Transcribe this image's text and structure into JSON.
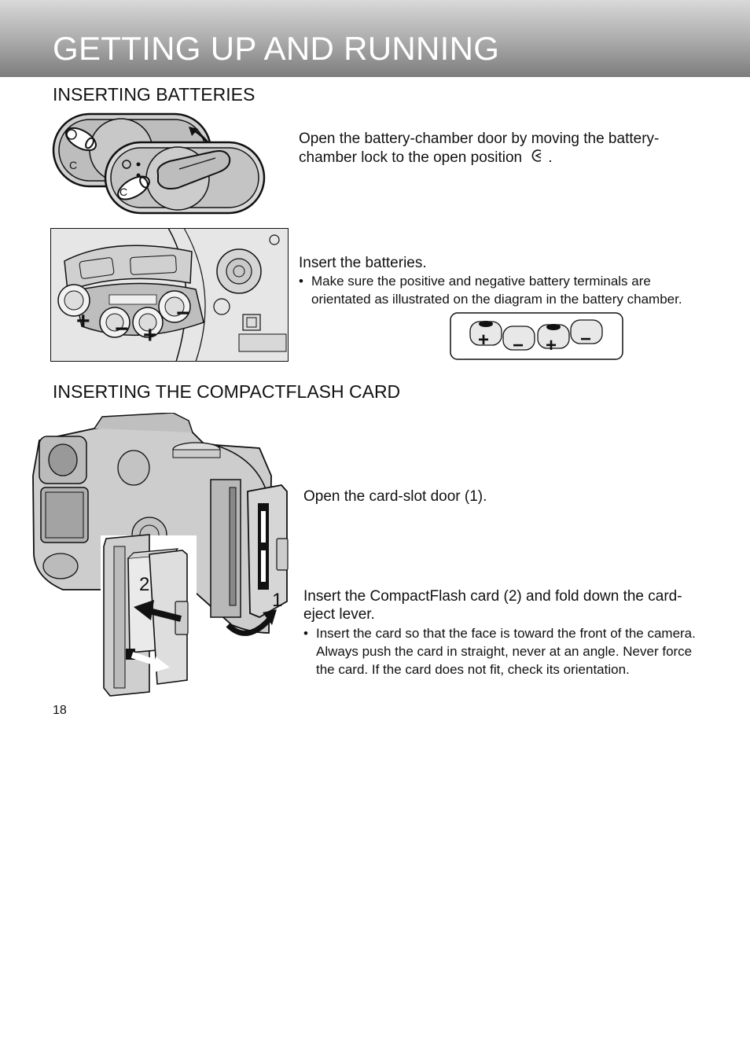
{
  "header": {
    "title": "GETTING UP AND RUNNING"
  },
  "batteries": {
    "heading": "INSERTING BATTERIES",
    "step1_text": "Open the battery-chamber door by moving the battery-chamber lock to the open position",
    "step1_end": ".",
    "step2_text": "Insert the batteries.",
    "step2_bullet": "Make sure the positive and negative battery terminals are orientated as illustrated on the diagram in the battery chamber.",
    "polarity_signs": [
      "+",
      "−",
      "+",
      "−"
    ],
    "icons": [
      "open-lock-icon",
      "battery-lock-illustration",
      "battery-chamber-illustration",
      "battery-polarity-diagram"
    ]
  },
  "card": {
    "heading": "INSERTING THE COMPACTFLASH CARD",
    "step1_text": "Open the card-slot door (1).",
    "step2_text": "Insert the CompactFlash card (2) and fold down the card-eject lever.",
    "step2_bullet": "Insert the card so that the face is toward the front of the camera. Always push the card in straight, never at an angle. Never force the card. If the card does not fit, check its orientation.",
    "callout_1": "1",
    "callout_2": "2",
    "icons": [
      "camera-card-slot-illustration",
      "card-insert-inset-illustration"
    ]
  },
  "footer": {
    "page_number": "18"
  }
}
